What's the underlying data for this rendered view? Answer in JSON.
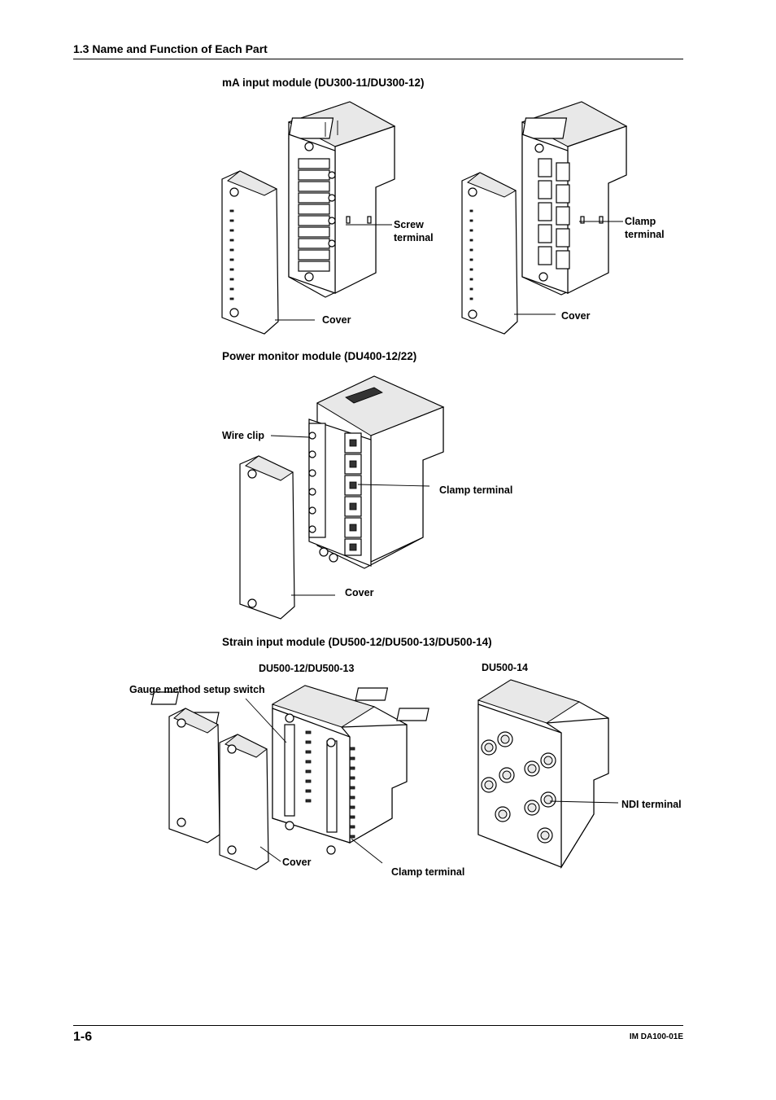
{
  "header": {
    "section": "1.3  Name and Function of Each Part"
  },
  "sections": {
    "ma": {
      "title": "mA input module (DU300-11/DU300-12)",
      "screw_terminal": [
        "Screw",
        "terminal"
      ],
      "clamp_terminal": [
        "Clamp",
        "terminal"
      ],
      "cover_left": "Cover",
      "cover_right": "Cover"
    },
    "power": {
      "title": "Power monitor module (DU400-12/22)",
      "wire_clip": "Wire clip",
      "clamp_terminal": "Clamp terminal",
      "cover": "Cover"
    },
    "strain": {
      "title": "Strain input module (DU500-12/DU500-13/DU500-14)",
      "model_left": "DU500-12/DU500-13",
      "model_right": "DU500-14",
      "gauge_switch": "Gauge method setup switch",
      "cover": "Cover",
      "clamp_terminal": "Clamp terminal",
      "ndi_terminal": "NDI terminal"
    }
  },
  "footer": {
    "page": "1-6",
    "doc_id": "IM DA100-01E"
  }
}
